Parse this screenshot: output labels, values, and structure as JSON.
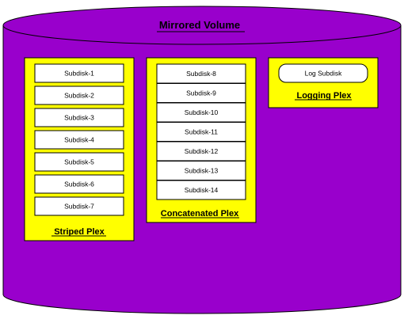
{
  "volume": {
    "title": "Mirrored Volume",
    "fill_color": "#9900cc",
    "outline_color": "#000000"
  },
  "plexes": {
    "fill_color": "#ffff00",
    "striped": {
      "label": "Striped Plex",
      "subdisks": [
        "Subdisk-1",
        "Subdisk-2",
        "Subdisk-3",
        "Subdisk-4",
        "Subdisk-5",
        "Subdisk-6",
        "Subdisk-7"
      ]
    },
    "concatenated": {
      "label": "Concatenated Plex",
      "subdisks": [
        "Subdisk-8",
        "Subdisk-9",
        "Subdisk-10",
        "Subdisk-11",
        "Subdisk-12",
        "Subdisk-13",
        "Subdisk-14"
      ]
    },
    "logging": {
      "label": "Logging Plex",
      "subdisks": [
        "Log Subdisk"
      ]
    }
  }
}
